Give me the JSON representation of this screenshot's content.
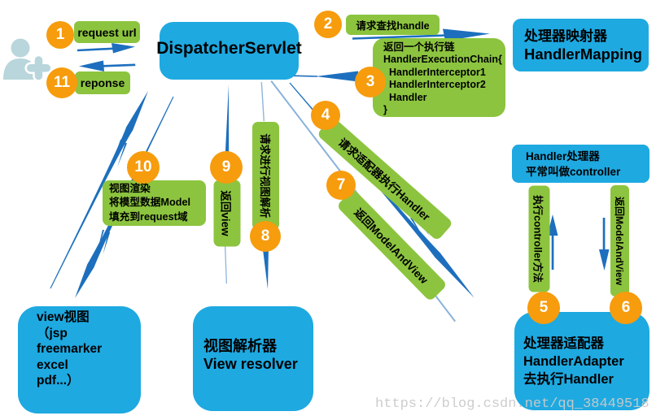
{
  "diagram_title": "Spring MVC DispatcherServlet request flow",
  "nodes": {
    "dispatcher": {
      "label": "DispatcherServlet"
    },
    "handler_mapping": {
      "line1": "处理器映射器",
      "line2": "HandlerMapping"
    },
    "handler_controller": {
      "line1": "Handler处理器",
      "line2": "平常叫做controller"
    },
    "handler_adapter": {
      "line1": "处理器适配器",
      "line2": "HandlerAdapter",
      "line3": "去执行Handler"
    },
    "view": {
      "line1": "view视图",
      "line2": "（jsp",
      "line3": "freemarker",
      "line4": "excel",
      "line5": "pdf...）"
    },
    "view_resolver": {
      "line1": "视图解析器",
      "line2": "View resolver"
    }
  },
  "steps": {
    "s1": {
      "num": "1",
      "label": "request url"
    },
    "s2": {
      "num": "2",
      "label": "请求查找handle"
    },
    "s3": {
      "num": "3",
      "lines": [
        "返回一个执行链",
        "HandlerExecutionChain{",
        "HandlerInterceptor1",
        "HandlerInterceptor2",
        "Handler",
        "}"
      ]
    },
    "s4": {
      "num": "4",
      "label": "请求适配器执行Handler"
    },
    "s5": {
      "num": "5",
      "label": "执行controller方法"
    },
    "s6": {
      "num": "6",
      "label": "返回ModelAndView"
    },
    "s7": {
      "num": "7",
      "label": "返回ModelAndView"
    },
    "s8": {
      "num": "8",
      "label": "请求进行视图解析"
    },
    "s9": {
      "num": "9",
      "label": "返回view"
    },
    "s10": {
      "num": "10",
      "lines": [
        "视图渲染",
        "将模型数据Model",
        "填充到request域"
      ]
    },
    "s11": {
      "num": "11",
      "label": "reponse"
    }
  },
  "watermark": "https://blog.csdn.net/qq_38449518",
  "colors": {
    "box_blue": "#1ea9e1",
    "label_green": "#8cc43f",
    "circle_orange": "#f69c0d",
    "arrow_blue": "#1d6fbe",
    "arrow_light": "#8fb4dd",
    "person_teal": "#b8d6dc"
  }
}
